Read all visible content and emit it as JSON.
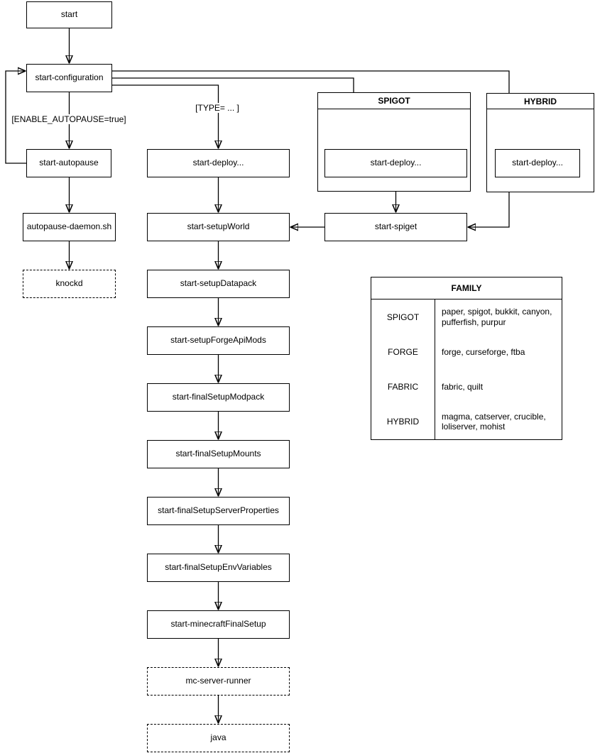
{
  "diagram": {
    "nodes": {
      "start": "start",
      "start_configuration": "start-configuration",
      "start_autopause": "start-autopause",
      "autopause_daemon": "autopause-daemon.sh",
      "knockd": "knockd",
      "start_deploy": "start-deploy...",
      "start_setup_world": "start-setupWorld",
      "start_setup_datapack": "start-setupDatapack",
      "start_setup_forge_api_mods": "start-setupForgeApiMods",
      "start_final_setup_modpack": "start-finalSetupModpack",
      "start_final_setup_mounts": "start-finalSetupMounts",
      "start_final_setup_server_properties": "start-finalSetupServerProperties",
      "start_final_setup_env_variables": "start-finalSetupEnvVariables",
      "start_minecraft_final_setup": "start-minecraftFinalSetup",
      "mc_server_runner": "mc-server-runner",
      "java": "java",
      "spigot_deploy": "start-deploy...",
      "hybrid_deploy": "start-deploy...",
      "start_spiget": "start-spiget"
    },
    "containers": {
      "spigot_title": "SPIGOT",
      "hybrid_title": "HYBRID"
    },
    "edge_labels": {
      "enable_autopause": "[ENABLE_AUTOPAUSE=true]",
      "type": "[TYPE= ... ]"
    },
    "colors": {
      "stroke": "#000000",
      "fill": "#ffffff",
      "text": "#000000"
    }
  },
  "family_table": {
    "title": "FAMILY",
    "rows": [
      {
        "family": "SPIGOT",
        "members": "paper, spigot, bukkit, canyon, pufferfish, purpur"
      },
      {
        "family": "FORGE",
        "members": "forge, curseforge, ftba"
      },
      {
        "family": "FABRIC",
        "members": "fabric, quilt"
      },
      {
        "family": "HYBRID",
        "members": "magma, catserver, crucible, loliserver, mohist"
      }
    ]
  }
}
